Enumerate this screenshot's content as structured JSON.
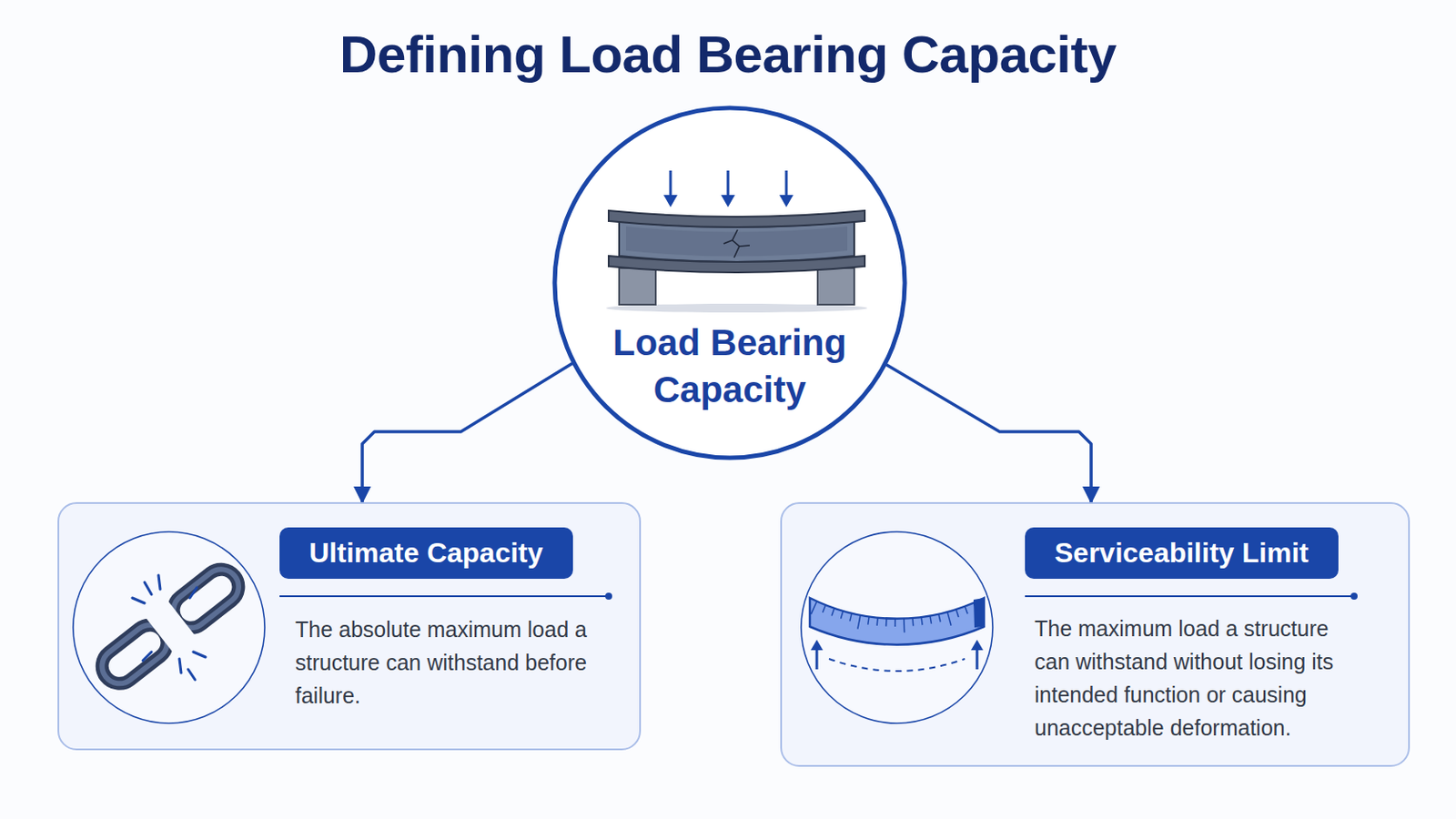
{
  "diagram": {
    "title": "Defining Load Bearing Capacity",
    "nodes": [
      {
        "text": [
          "Load Bearing Capacity"
        ]
      },
      {
        "text": [
          "Ultimate Capacity",
          "The absolute maximum load a structure can withstand before failure."
        ]
      },
      {
        "text": [
          "Serviceability Limit",
          "The maximum load a structure can withstand without losing its intended function or causing unacceptable deformation."
        ]
      }
    ],
    "edges": [
      {
        "from": 0,
        "to": 1,
        "arrow": "to"
      },
      {
        "from": 0,
        "to": 2,
        "arrow": "to"
      }
    ]
  }
}
